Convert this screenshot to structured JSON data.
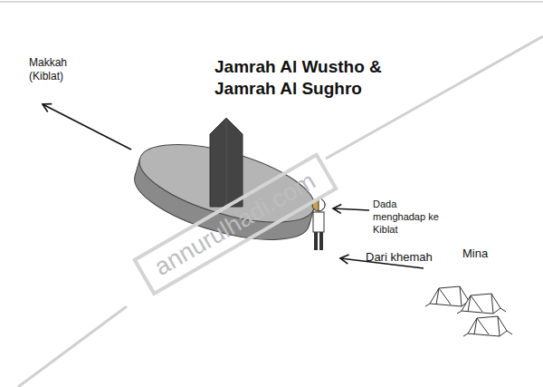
{
  "diagram": {
    "title": "Jamrah Al Wustho & Jamrah Al Sughro",
    "labels": [
      "Makkah (Kiblat)",
      "Dada menghadap ke Kiblat",
      "Dari khemah",
      "Mina",
      "annurulhadi.com"
    ]
  }
}
